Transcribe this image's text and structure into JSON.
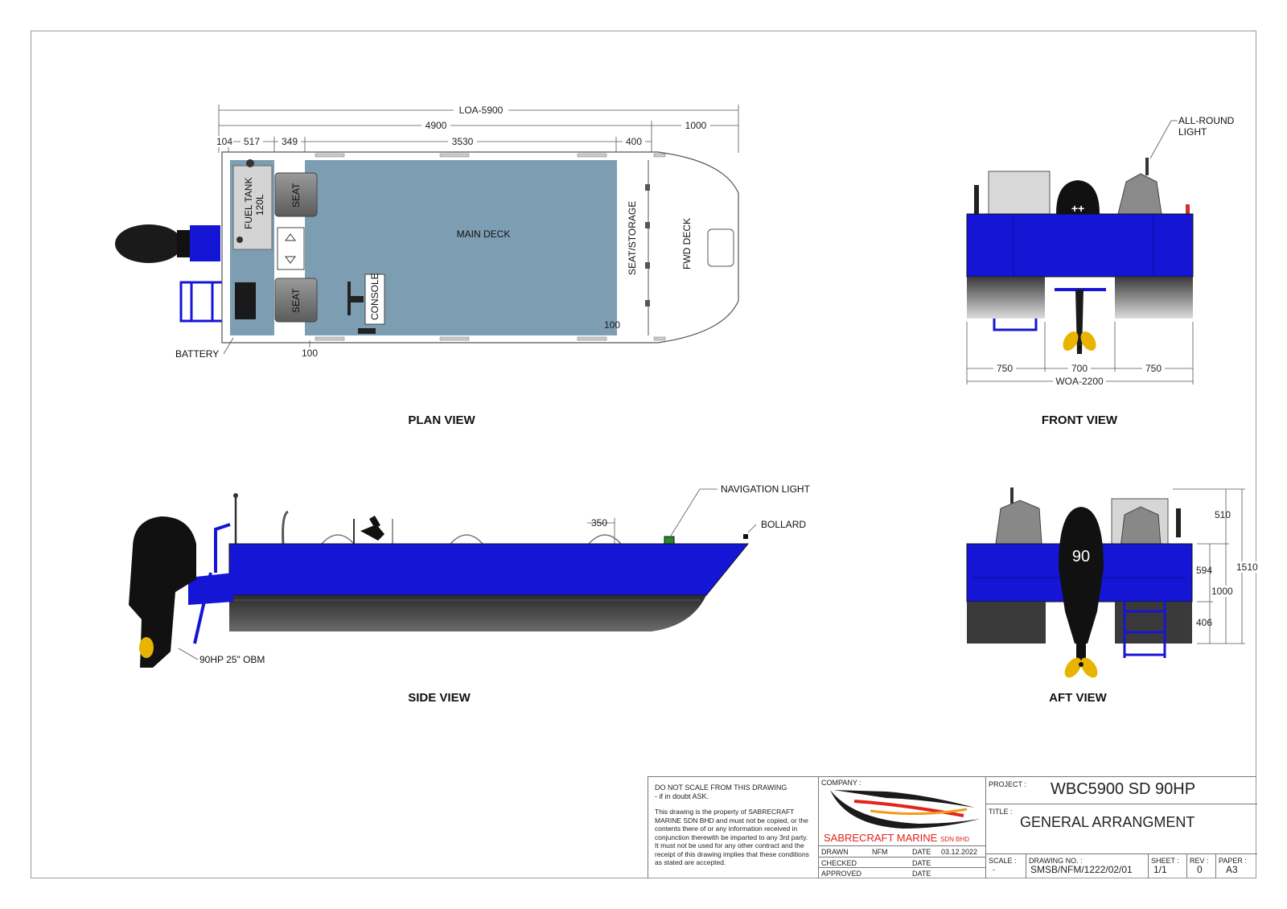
{
  "views": {
    "plan": "PLAN VIEW",
    "front": "FRONT VIEW",
    "side": "SIDE VIEW",
    "aft": "AFT VIEW"
  },
  "plan": {
    "loa": "LOA-5900",
    "d4900": "4900",
    "d1000": "1000",
    "d104": "104",
    "d517": "517",
    "d349": "349",
    "d3530": "3530",
    "d400": "400",
    "d100a": "100",
    "d100b": "100",
    "fuel_tank": "FUEL TANK",
    "fuel_cap": "120L",
    "seat": "SEAT",
    "main_deck": "MAIN DECK",
    "console": "CONSOLE",
    "seat_storage": "SEAT/STORAGE",
    "fwd_deck": "FWD DECK",
    "battery": "BATTERY"
  },
  "front": {
    "all_round_1": "ALL-ROUND",
    "all_round_2": "LIGHT",
    "d750a": "750",
    "d700": "700",
    "d750b": "750",
    "woa": "WOA-2200"
  },
  "side": {
    "nav_light": "NAVIGATION LIGHT",
    "bollard": "BOLLARD",
    "d350": "350",
    "obm": "90HP 25\" OBM"
  },
  "aft": {
    "engine_label": "90",
    "d510": "510",
    "d1510": "1510",
    "d594": "594",
    "d1000": "1000",
    "d406": "406"
  },
  "title_block": {
    "notice_1": "DO NOT SCALE FROM THIS DRAWING",
    "notice_2": "- if in doubt ASK.",
    "property_text": "This drawing is the property of SABRECRAFT MARINE SDN BHD and must not be copied, or the contents there of or any information received in conjunction therewith be imparted to any 3rd party. It must not be used for any other contract and the receipt of this drawing implies that these conditions as stated are accepted.",
    "company_label": "COMPANY :",
    "company_name": "SABRECRAFT MARINE",
    "company_suffix": "SDN BHD",
    "drawn_label": "DRAWN",
    "drawn_by": "NFM",
    "date_label": "DATE",
    "drawn_date": "03.12.2022",
    "checked_label": "CHECKED",
    "approved_label": "APPROVED",
    "project_label": "PROJECT :",
    "project": "WBC5900 SD 90HP",
    "title_label": "TITLE :",
    "title": "GENERAL ARRANGMENT",
    "scale_label": "SCALE :",
    "scale": "-",
    "drawing_no_label": "DRAWING NO. :",
    "drawing_no": "SMSB/NFM/1222/02/01",
    "sheet_label": "SHEET :",
    "sheet": "1/1",
    "rev_label": "REV :",
    "rev": "0",
    "paper_label": "PAPER :",
    "paper": "A3"
  },
  "colors": {
    "hull_blue": "#1515d6",
    "deck_blue": "#7d9db2",
    "logo_red": "#e2231a"
  }
}
